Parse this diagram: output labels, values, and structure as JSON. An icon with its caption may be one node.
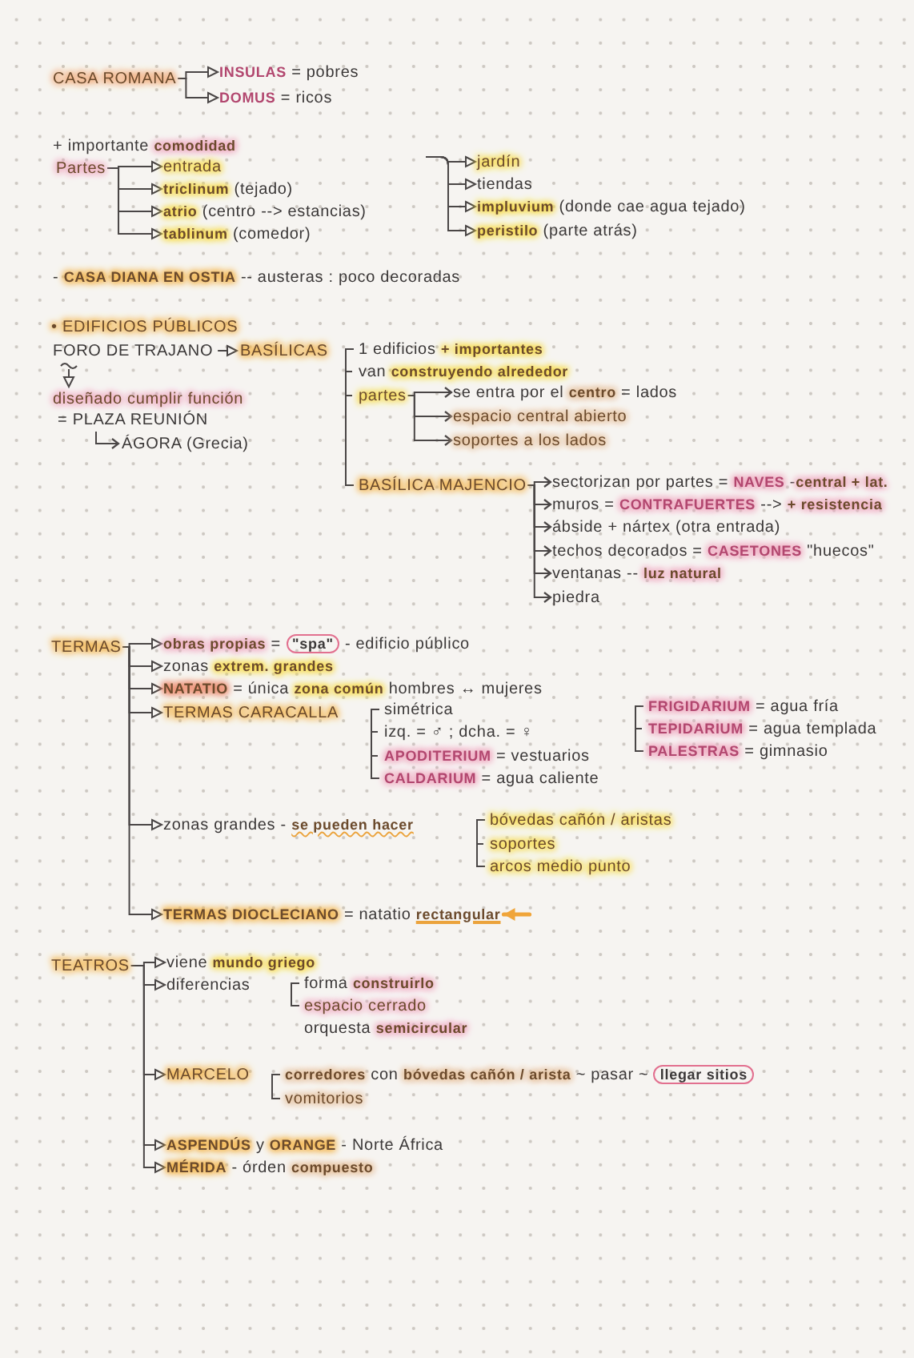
{
  "diagram": {
    "nodes": [
      {
        "text": [
          "CASA ROMANA"
        ]
      },
      {
        "text": [
          "**INSULAS** = pobres"
        ]
      },
      {
        "text": [
          "**DOMUS** = ricos"
        ]
      },
      {
        "text": [
          "Partes"
        ]
      },
      {
        "text": [
          "entrada"
        ]
      },
      {
        "text": [
          "**triclinum** (tejado)"
        ]
      },
      {
        "text": [
          "**atrio** (centro --> estancias)"
        ]
      },
      {
        "text": [
          "**tablinum** (comedor)"
        ]
      },
      {
        "text": [
          "jardín"
        ]
      },
      {
        "text": [
          "tiendas"
        ]
      },
      {
        "text": [
          "**impluvium** (donde cae agua tejado)"
        ]
      },
      {
        "text": [
          "**peristilo** (parte atrás)"
        ]
      },
      {
        "text": [
          "FORO DE TRAJANO"
        ]
      },
      {
        "text": [
          "BASÍLICAS"
        ]
      },
      {
        "text": [
          "diseñado cumplir función"
        ]
      },
      {
        "text": [
          "= PLAZA REUNIÓN"
        ]
      },
      {
        "text": [
          "ÁGORA (Grecia)"
        ]
      },
      {
        "text": [
          "partes"
        ]
      },
      {
        "text": [
          "se entra por el **centro** = lados"
        ]
      },
      {
        "text": [
          "espacio central abierto"
        ]
      },
      {
        "text": [
          "soportes a los lados"
        ]
      },
      {
        "text": [
          "BASÍLICA MAJENCIO"
        ]
      },
      {
        "text": [
          "sectorizan por partes = **NAVES** -**central + lat.**"
        ]
      },
      {
        "text": [
          "muros = **CONTRAFUERTES** --> **+ resistencia**"
        ]
      },
      {
        "text": [
          "ábside + nártex (otra entrada)"
        ]
      },
      {
        "text": [
          "techos decorados = **CASETONES** \"huecos\""
        ]
      },
      {
        "text": [
          "ventanas -- **luz natural**"
        ]
      },
      {
        "text": [
          "piedra"
        ]
      },
      {
        "text": [
          "TERMAS"
        ]
      },
      {
        "text": [
          "**obras propias** = **\"spa\"** - edificio público"
        ]
      },
      {
        "text": [
          "zonas **extrem. grandes**"
        ]
      },
      {
        "text": [
          "**NATATIO** = única **zona común** hombres ↔ mujeres"
        ]
      },
      {
        "text": [
          "TERMAS CARACALLA"
        ]
      },
      {
        "text": [
          "zonas grandes - **se pueden hacer**"
        ]
      },
      {
        "text": [
          "**TERMAS DIOCLECIANO** = natatio **rectangular**"
        ]
      },
      {
        "text": [
          "TEATROS"
        ]
      },
      {
        "text": [
          "viene **mundo griego**"
        ]
      },
      {
        "text": [
          "diferencias"
        ]
      },
      {
        "text": [
          "MARCELO"
        ]
      },
      {
        "text": [
          "**ASPENDÚS** y **ORANGE** - Norte África"
        ]
      },
      {
        "text": [
          "**MÉRIDA** - órden **compuesto**"
        ]
      }
    ],
    "edges": [
      {
        "from": 0,
        "to": 1,
        "arrow": "to"
      },
      {
        "from": 0,
        "to": 2,
        "arrow": "to"
      },
      {
        "from": 3,
        "to": 4,
        "arrow": "to"
      },
      {
        "from": 3,
        "to": 5,
        "arrow": "to"
      },
      {
        "from": 3,
        "to": 6,
        "arrow": "to"
      },
      {
        "from": 3,
        "to": 7,
        "arrow": "to"
      },
      {
        "from": null,
        "to": 8,
        "arrow": "to"
      },
      {
        "from": null,
        "to": 9,
        "arrow": "to"
      },
      {
        "from": null,
        "to": 10,
        "arrow": "to"
      },
      {
        "from": null,
        "to": 11,
        "arrow": "to"
      },
      {
        "from": 12,
        "to": 13,
        "arrow": "to"
      },
      {
        "from": 12,
        "to": 14,
        "arrow": "to"
      },
      {
        "from": 15,
        "to": 16,
        "arrow": "to"
      },
      {
        "from": 17,
        "to": 18,
        "arrow": "to"
      },
      {
        "from": 17,
        "to": 19,
        "arrow": "to"
      },
      {
        "from": 17,
        "to": 20,
        "arrow": "to"
      },
      {
        "from": 21,
        "to": 22,
        "arrow": "to"
      },
      {
        "from": 21,
        "to": 23,
        "arrow": "to"
      },
      {
        "from": 21,
        "to": 24,
        "arrow": "to"
      },
      {
        "from": 21,
        "to": 25,
        "arrow": "to"
      },
      {
        "from": 21,
        "to": 26,
        "arrow": "to"
      },
      {
        "from": 21,
        "to": 27,
        "arrow": "to"
      },
      {
        "from": 28,
        "to": 29,
        "arrow": "to"
      },
      {
        "from": 28,
        "to": 30,
        "arrow": "to"
      },
      {
        "from": 28,
        "to": 31,
        "arrow": "to"
      },
      {
        "from": 28,
        "to": 32,
        "arrow": "to"
      },
      {
        "from": 28,
        "to": 33,
        "arrow": "to"
      },
      {
        "from": 28,
        "to": 34,
        "arrow": "to"
      },
      {
        "from": null,
        "to": 34,
        "arrow": "to",
        "style": "thick",
        "color": "#f0a53a"
      },
      {
        "from": 35,
        "to": 36,
        "arrow": "to"
      },
      {
        "from": 35,
        "to": 37,
        "arrow": "to"
      },
      {
        "from": 35,
        "to": 38,
        "arrow": "to"
      },
      {
        "from": 35,
        "to": 39,
        "arrow": "to"
      },
      {
        "from": 35,
        "to": 40,
        "arrow": "to"
      }
    ],
    "labels": [
      "+ importante **comodidad**",
      "- **CASA DIANA EN OSTIA** -- austeras : poco decoradas",
      "• EDIFICIOS PÚBLICOS",
      "1 edificios **+ importantes**",
      "van **construyendo alrededor**",
      "simétrica",
      "izq. = ♂ ; dcha. = ♀",
      "**APODITERIUM** = vestuarios",
      "**CALDARIUM** = agua caliente",
      "**FRIGIDARIUM** = agua fría",
      "**TEPIDARIUM** = agua templada",
      "**PALESTRAS** = gimnasio",
      "bóvedas cañón / aristas",
      "soportes",
      "arcos medio punto",
      "forma **construirlo**",
      "espacio cerrado",
      "orquesta **semicircular**",
      "**corredores** con **bóvedas cañón / arista** ~ pasar ~ **llegar sitios**",
      "vomitorios"
    ]
  }
}
